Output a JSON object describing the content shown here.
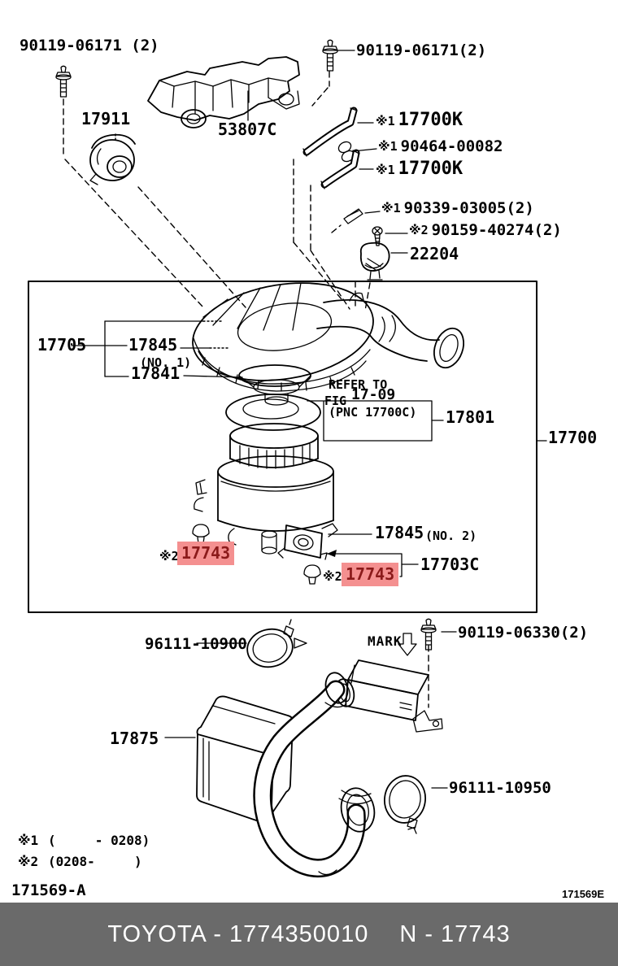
{
  "colors": {
    "highlight_bg": "#f49090",
    "highlight_text": "#8b1a1a",
    "footer_bg": "#6a6a6a",
    "footer_text": "#ffffff",
    "line": "#000000"
  },
  "labels": {
    "bolt_tl": "90119-06171 (2)",
    "bolt_tr": "90119-06171(2)",
    "p17911": "17911",
    "p53807c": "53807C",
    "hose_top": {
      "mark": "※1",
      "text": "17700K"
    },
    "clamp_mid": {
      "mark": "※1",
      "text": "90464-00082"
    },
    "hose_bot": {
      "mark": "※1",
      "text": "17700K"
    },
    "pin": {
      "mark": "※1",
      "text": "90339-03005(2)"
    },
    "screw": {
      "mark": "※2",
      "text": "90159-40274(2)"
    },
    "p22204": "22204",
    "p17705": "17705",
    "p17845_no1": {
      "text": "17845",
      "suffix": "(NO. 1)"
    },
    "p17841": "17841",
    "refer": {
      "line1": "REFER TO",
      "fig": "FIG",
      "fignum": "17-09",
      "pnc": "(PNC 17700C)"
    },
    "p17801": "17801",
    "p17700": "17700",
    "p17845_no2": {
      "text": "17845",
      "suffix": "(NO. 2)"
    },
    "clip_left": {
      "mark": "※2",
      "text": "17743"
    },
    "p17703c": "17703C",
    "clip_right": {
      "mark": "※2",
      "text": "17743"
    },
    "clamp_front": "96111-10900",
    "mark_text": "MARK",
    "bolt_bottom": "90119-06330(2)",
    "p17875": "17875",
    "clamp_rear": "96111-10950"
  },
  "legend": [
    {
      "mark": "※1",
      "range": "(     - 0208)"
    },
    {
      "mark": "※2",
      "range": "(0208-     )"
    }
  ],
  "codes": {
    "figure": "171569-A",
    "sheet": "171569E"
  },
  "footer": {
    "brand_part": "TOYOTA - 1774350010",
    "catalog_part": "N - 17743"
  }
}
